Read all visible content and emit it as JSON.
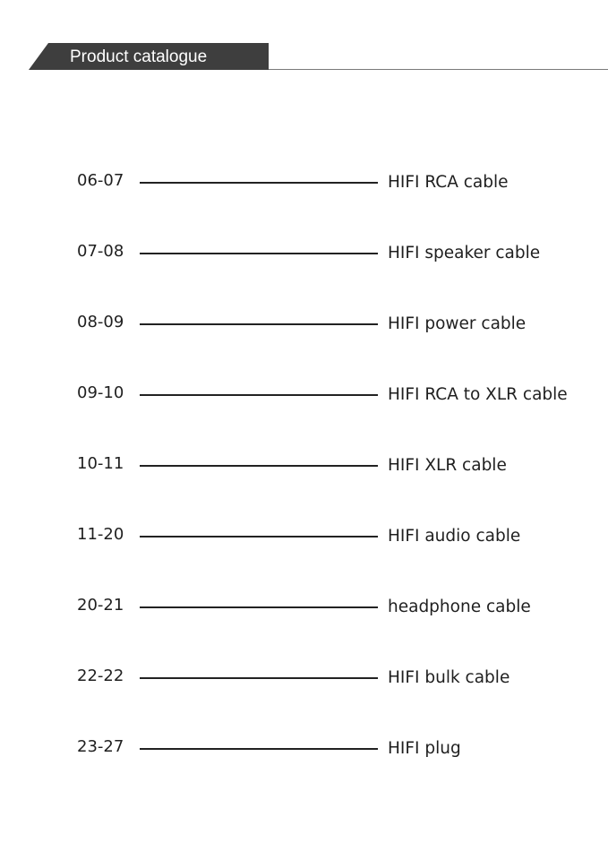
{
  "header": {
    "title": "Product catalogue"
  },
  "toc": {
    "entries": [
      {
        "pages": "06-07",
        "label": "HIFI RCA cable"
      },
      {
        "pages": "07-08",
        "label": "HIFI speaker cable"
      },
      {
        "pages": "08-09",
        "label": "HIFI power cable"
      },
      {
        "pages": "09-10",
        "label": "HIFI RCA to XLR cable"
      },
      {
        "pages": "10-11",
        "label": "HIFI XLR cable"
      },
      {
        "pages": "11-20",
        "label": "HIFI audio cable"
      },
      {
        "pages": "20-21",
        "label": "headphone cable"
      },
      {
        "pages": "22-22",
        "label": "HIFI bulk cable"
      },
      {
        "pages": "23-27",
        "label": "HIFI plug"
      }
    ]
  }
}
